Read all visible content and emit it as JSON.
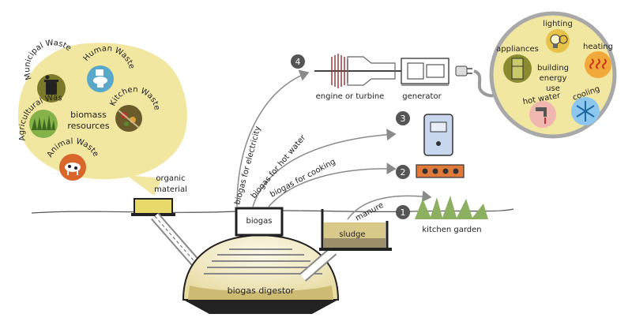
{
  "resources_bubble": {
    "center_label_line1": "biomass",
    "center_label_line2": "resources",
    "municipal_waste": "Municipal Waste",
    "human_waste": "Human Waste",
    "agricultural_waste": "Agricultural Waste",
    "kitchen_waste": "Kitchen Waste",
    "animal_waste": "Animal Waste"
  },
  "building_bubble": {
    "center_line1": "building",
    "center_line2": "energy",
    "center_line3": "use",
    "lighting": "lighting",
    "appliances": "appliances",
    "heating": "heating",
    "hot_water": "hot water",
    "cooling": "cooling"
  },
  "digester": {
    "inlet_line1": "organic",
    "inlet_line2": "material",
    "biogas": "biogas",
    "digester": "biogas digestor",
    "sludge": "sludge",
    "manure": "manure",
    "kitchen_garden": "kitchen garden"
  },
  "uses": {
    "electricity": "biogas for electricity",
    "hot_water": "biogas for hot water",
    "cooking": "biogas for cooking",
    "engine": "engine or turbine",
    "generator": "generator"
  },
  "steps": [
    "1",
    "2",
    "3",
    "4"
  ],
  "colors": {
    "bubble_fill": "#f2e7a0",
    "ground_line": "#555555",
    "sludge": "#d8c98a",
    "digester_fill": "#efe7b6",
    "building_ring": "#a8a8a8",
    "arrow": "#8a8a8a"
  }
}
